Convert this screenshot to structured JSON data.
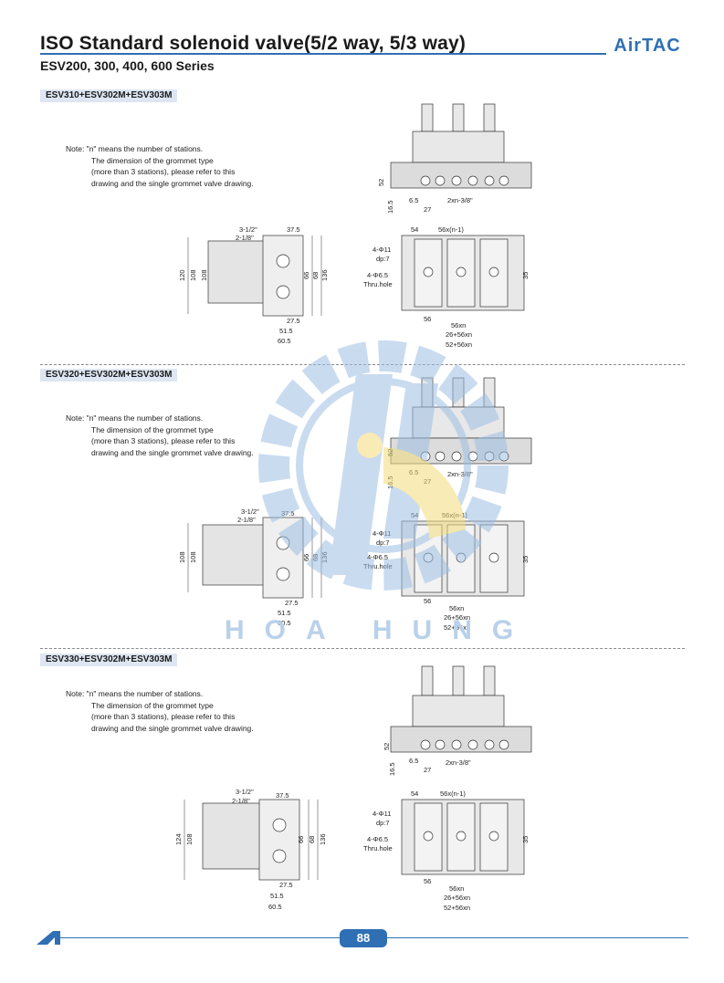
{
  "header": {
    "title": "ISO Standard solenoid valve(5/2 way, 5/3 way)",
    "subtitle": "ESV200, 300, 400, 600 Series",
    "brand": "AirTAC"
  },
  "sections": [
    {
      "label": "ESV310+ESV302M+ESV303M",
      "note": [
        "Note: \"n\" means the number of stations.",
        "The dimension of the grommet type",
        "(more than 3 stations), please refer to this",
        "drawing and the single grommet valve drawing."
      ],
      "top": {
        "h1": "52",
        "h2": "16.5",
        "a": "6.5",
        "b": "27",
        "port": "2xn-3/8\""
      },
      "side": {
        "p1": "3-1/2\"",
        "p2": "2-1/8\"",
        "w": "37.5",
        "v1": "120",
        "v2": "108",
        "v3": "108",
        "v4": "66",
        "v5": "68",
        "v6": "136",
        "b1": "27.5",
        "b2": "51.5",
        "b3": "60.5"
      },
      "plan": {
        "t1": "54",
        "t2": "56x(n-1)",
        "h1": "4-Φ11",
        "h2": "dp:7",
        "h3": "4-Φ6.5",
        "h4": "Thru.hole",
        "r": "35",
        "b1": "56",
        "b2": "56xn",
        "b3": "26+56xn",
        "b4": "52+56xn"
      }
    },
    {
      "label": "ESV320+ESV302M+ESV303M",
      "note": [
        "Note: \"n\" means the number of stations.",
        "The dimension of the grommet type",
        "(more than 3 stations), please refer to this",
        "drawing and the single grommet valve drawing."
      ],
      "top": {
        "h1": "52",
        "h2": "16.5",
        "a": "6.5",
        "b": "27",
        "port": "2xn-3/8\""
      },
      "side": {
        "p1": "3-1/2\"",
        "p2": "2-1/8\"",
        "w": "37.5",
        "v1": "108",
        "v2": "108",
        "v3": "",
        "v4": "66",
        "v5": "68",
        "v6": "136",
        "b1": "27.5",
        "b2": "51.5",
        "b3": "60.5"
      },
      "plan": {
        "t1": "54",
        "t2": "56x(n-1)",
        "h1": "4-Φ11",
        "h2": "dp:7",
        "h3": "4-Φ6.5",
        "h4": "Thru.hole",
        "r": "35",
        "b1": "56",
        "b2": "56xn",
        "b3": "26+56xn",
        "b4": "52+56xn"
      }
    },
    {
      "label": "ESV330+ESV302M+ESV303M",
      "note": [
        "Note: \"n\" means the number of stations.",
        "The dimension of the grommet type",
        "(more than 3 stations), please refer to this",
        "drawing and the single grommet valve drawing."
      ],
      "top": {
        "h1": "52",
        "h2": "16.5",
        "a": "6.5",
        "b": "27",
        "port": "2xn-3/8\""
      },
      "side": {
        "p1": "3-1/2\"",
        "p2": "2-1/8\"",
        "w": "37.5",
        "v1": "124",
        "v2": "108",
        "v3": "",
        "v4": "66",
        "v5": "68",
        "v6": "136",
        "b1": "27.5",
        "b2": "51.5",
        "b3": "60.5"
      },
      "plan": {
        "t1": "54",
        "t2": "56x(n-1)",
        "h1": "4-Φ11",
        "h2": "dp:7",
        "h3": "4-Φ6.5",
        "h4": "Thru.hole",
        "r": "35",
        "b1": "56",
        "b2": "56xn",
        "b3": "26+56xn",
        "b4": "52+56xn"
      }
    }
  ],
  "watermark": "HOA HUNG",
  "footer": {
    "page": "88"
  },
  "colors": {
    "accent": "#2f6fb4",
    "label_bg": "#dde6f2",
    "watermark_blue": "#b9d1ea",
    "watermark_yellow": "#f3dc7a"
  }
}
